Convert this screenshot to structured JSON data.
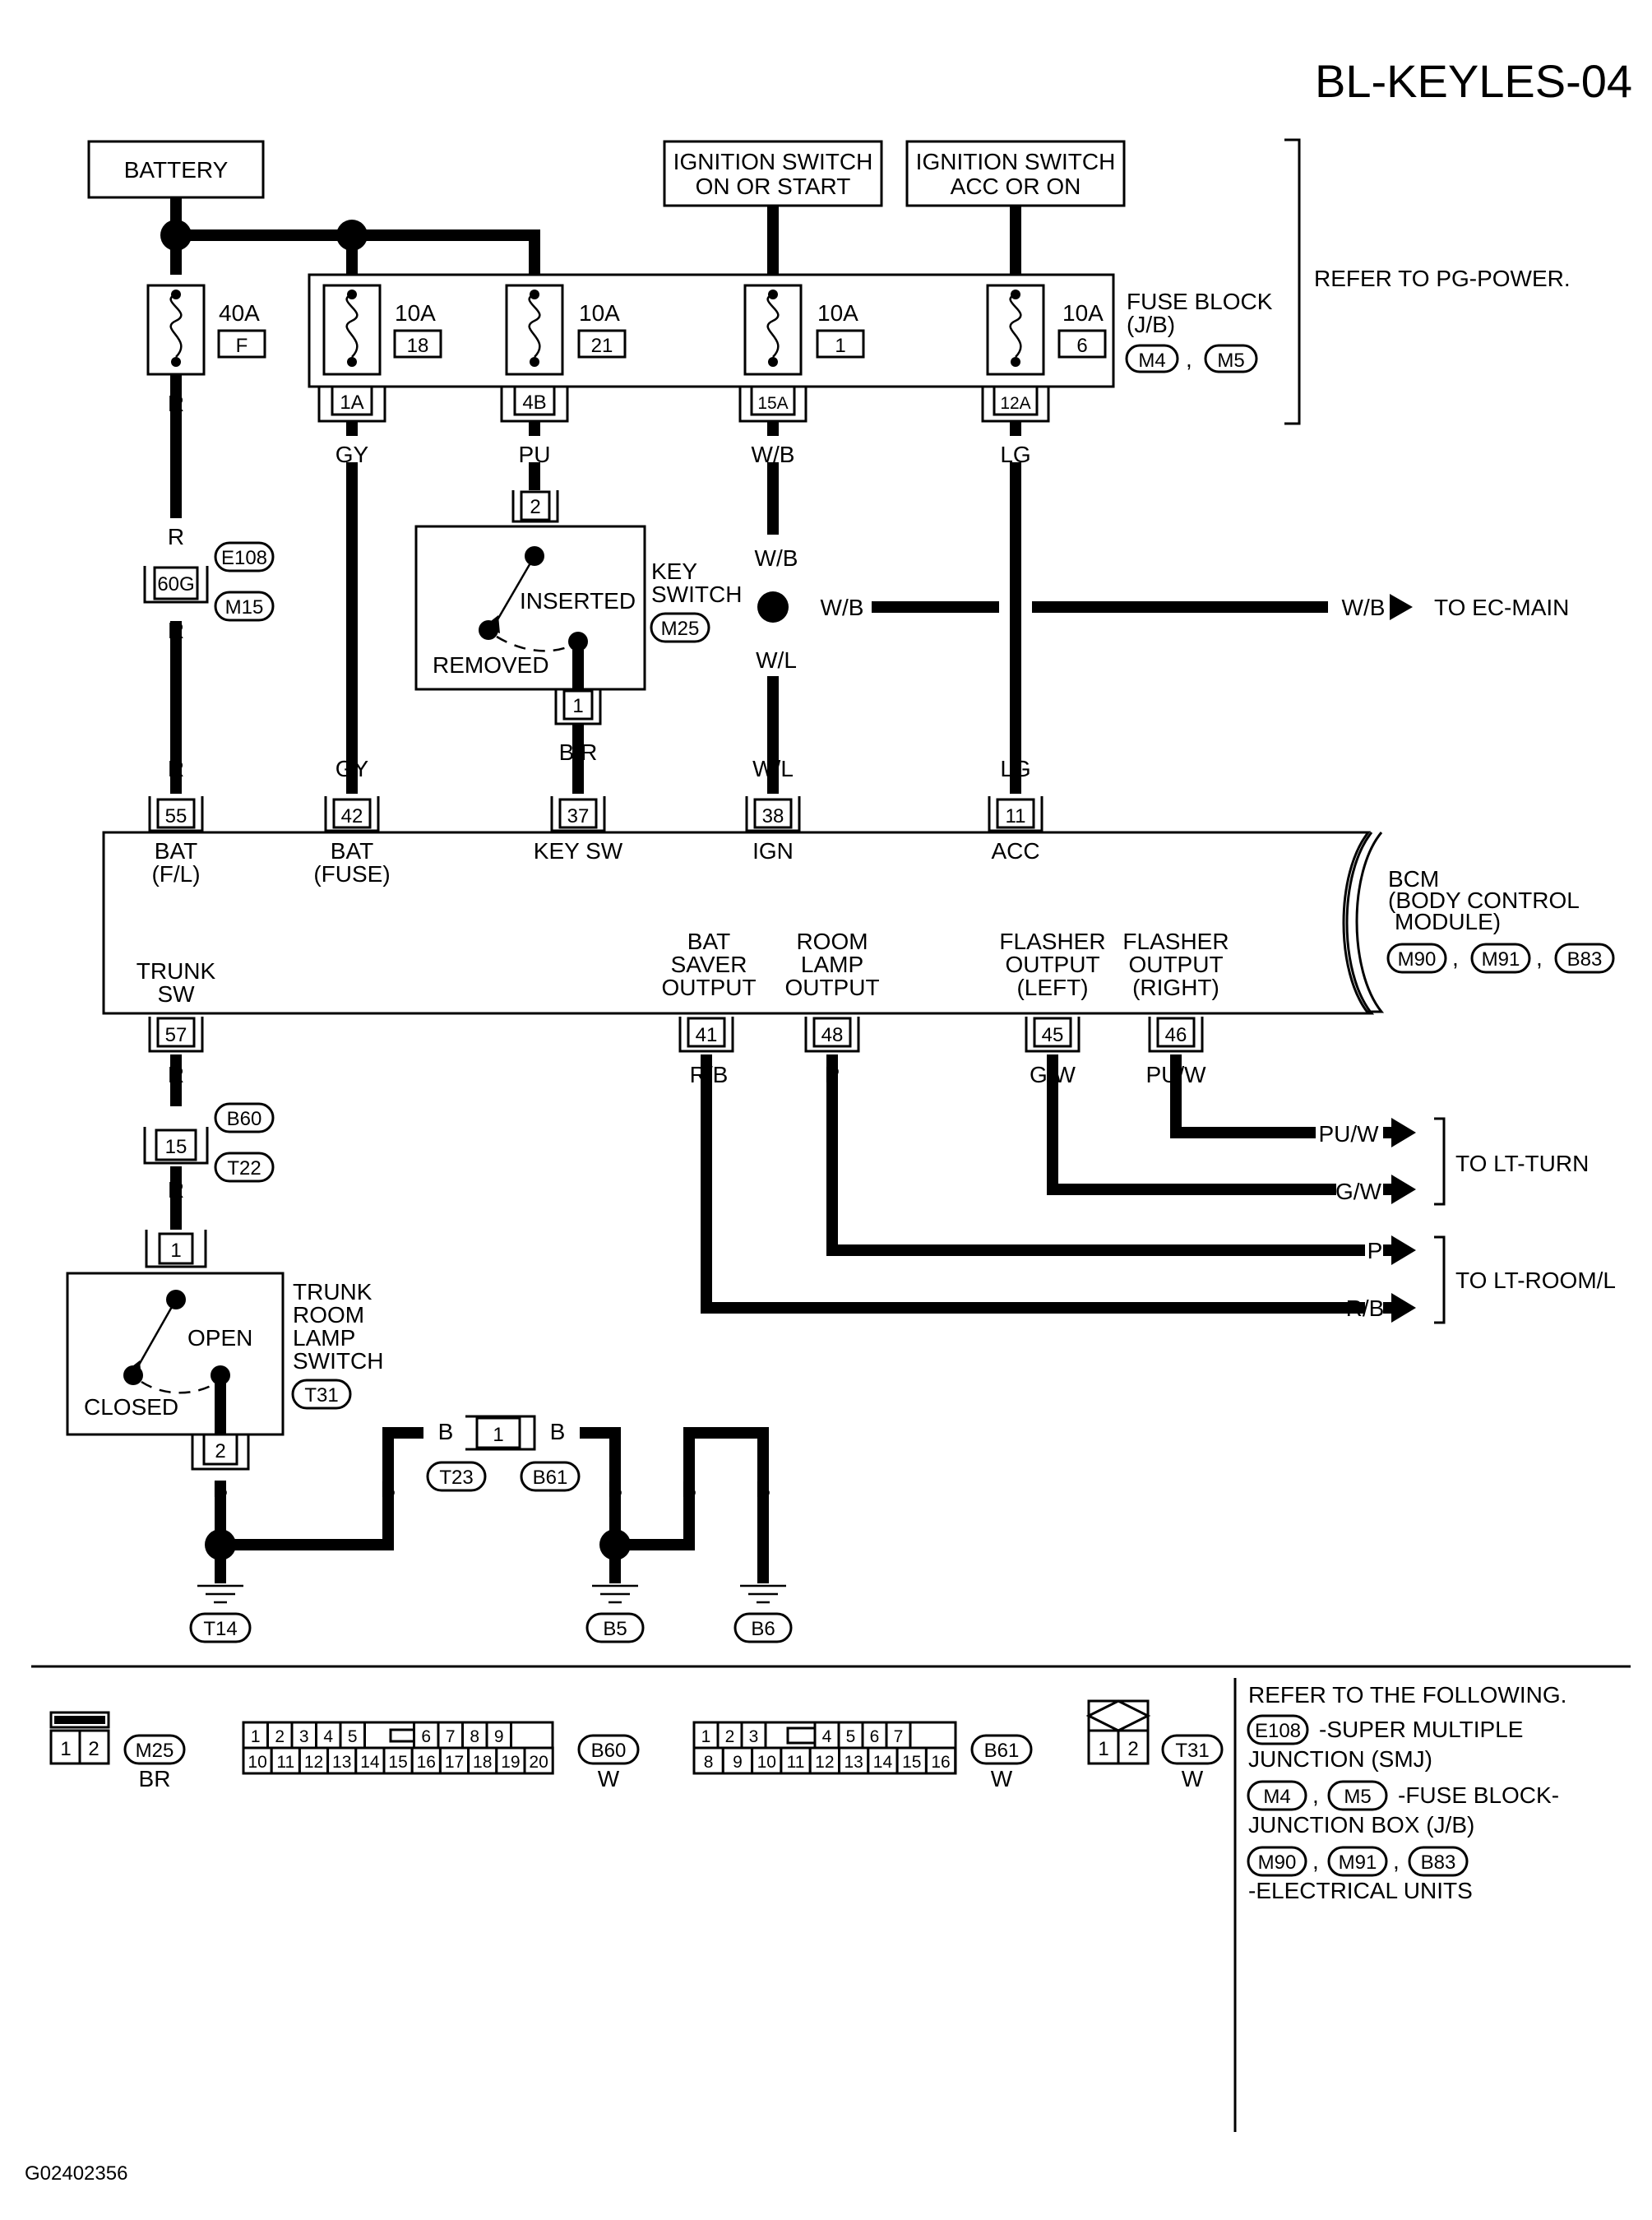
{
  "page_title": "BL-KEYLES-04",
  "figure_code": "G02402356",
  "power": {
    "battery": "BATTERY",
    "ign_on_start": [
      "IGNITION SWITCH",
      "ON OR START"
    ],
    "ign_acc_on": [
      "IGNITION SWITCH",
      "ACC OR ON"
    ],
    "refer_pg": "REFER TO PG-POWER."
  },
  "fuses": {
    "f0": {
      "amp": "40A",
      "id": "F"
    },
    "f1": {
      "amp": "10A",
      "id": "18"
    },
    "f2": {
      "amp": "10A",
      "id": "21"
    },
    "f3": {
      "amp": "10A",
      "id": "1"
    },
    "f4": {
      "amp": "10A",
      "id": "6"
    }
  },
  "fuse_block": {
    "title": "FUSE BLOCK",
    "sub": "(J/B)",
    "conn1": "M4",
    "conn2": "M5"
  },
  "fb_terms": [
    "1A",
    "4B",
    "15A",
    "12A"
  ],
  "wires": {
    "R": "R",
    "GY": "GY",
    "PU": "PU",
    "WB": "W/B",
    "LG": "LG",
    "WL": "W/L",
    "BR": "B/R",
    "RB": "R/B",
    "P": "P",
    "GW": "G/W",
    "PUW": "PU/W",
    "B": "B"
  },
  "joint": {
    "term": "60G",
    "c1": "E108",
    "c2": "M15"
  },
  "key_switch": {
    "t1": "KEY",
    "t2": "SWITCH",
    "conn": "M25",
    "inserted": "INSERTED",
    "removed": "REMOVED",
    "pin_top": "2",
    "pin_bot": "1"
  },
  "to_ec_main": "TO EC-MAIN",
  "bcm": {
    "t1": "BCM",
    "t2": "(BODY CONTROL",
    "t3": "MODULE)",
    "conn": [
      "M90",
      "M91",
      "B83"
    ],
    "top_pins": [
      {
        "pin": "55",
        "l1": "BAT",
        "l2": "(F/L)"
      },
      {
        "pin": "42",
        "l1": "BAT",
        "l2": "(FUSE)"
      },
      {
        "pin": "37",
        "l1": "KEY SW",
        "l2": ""
      },
      {
        "pin": "38",
        "l1": "IGN",
        "l2": ""
      },
      {
        "pin": "11",
        "l1": "ACC",
        "l2": ""
      }
    ],
    "trunk": {
      "pin": "57",
      "l1": "TRUNK",
      "l2": "SW"
    },
    "bottom_pins": [
      {
        "pin": "41",
        "l1": "BAT",
        "l2": "SAVER",
        "l3": "OUTPUT"
      },
      {
        "pin": "48",
        "l1": "ROOM",
        "l2": "LAMP",
        "l3": "OUTPUT"
      },
      {
        "pin": "45",
        "l1": "FLASHER",
        "l2": "OUTPUT",
        "l3": "(LEFT)"
      },
      {
        "pin": "46",
        "l1": "FLASHER",
        "l2": "OUTPUT",
        "l3": "(RIGHT)"
      }
    ]
  },
  "to_lt_turn": "TO LT-TURN",
  "to_lt_room": "TO LT-ROOM/L",
  "trunk_joint": {
    "term": "15",
    "c1": "B60",
    "c2": "T22"
  },
  "trunk_switch": {
    "t1": "TRUNK",
    "t2": "ROOM",
    "t3": "LAMP",
    "t4": "SWITCH",
    "conn": "T31",
    "open": "OPEN",
    "closed": "CLOSED",
    "pin_top": "1",
    "pin_bot": "2"
  },
  "ground_joint": {
    "term": "1",
    "c1": "T23",
    "c2": "B61"
  },
  "grounds": [
    "T14",
    "B5",
    "B6"
  ],
  "connectors": {
    "m25": {
      "name": "M25",
      "color": "BR",
      "pins": [
        "1",
        "2"
      ]
    },
    "b60": {
      "name": "B60",
      "color": "W",
      "row1": [
        "1",
        "2",
        "3",
        "4",
        "5",
        "6",
        "7",
        "8",
        "9"
      ],
      "row2": [
        "10",
        "11",
        "12",
        "13",
        "14",
        "15",
        "16",
        "17",
        "18",
        "19",
        "20"
      ]
    },
    "b61": {
      "name": "B61",
      "color": "W",
      "row1": [
        "1",
        "2",
        "3",
        "4",
        "5",
        "6",
        "7"
      ],
      "row2": [
        "8",
        "9",
        "10",
        "11",
        "12",
        "13",
        "14",
        "15",
        "16"
      ]
    },
    "t31": {
      "name": "T31",
      "color": "W",
      "pins": [
        "1",
        "2"
      ]
    }
  },
  "refer": {
    "title": "REFER TO THE FOLLOWING.",
    "e108": "E108",
    "smj1": "-SUPER MULTIPLE",
    "smj2": "JUNCTION (SMJ)",
    "m4": "M4",
    "m5": "M5",
    "fb1": "-FUSE BLOCK-",
    "fb2": "JUNCTION BOX (J/B)",
    "m90": "M90",
    "m91": "M91",
    "b83": "B83",
    "eu": "-ELECTRICAL UNITS"
  }
}
